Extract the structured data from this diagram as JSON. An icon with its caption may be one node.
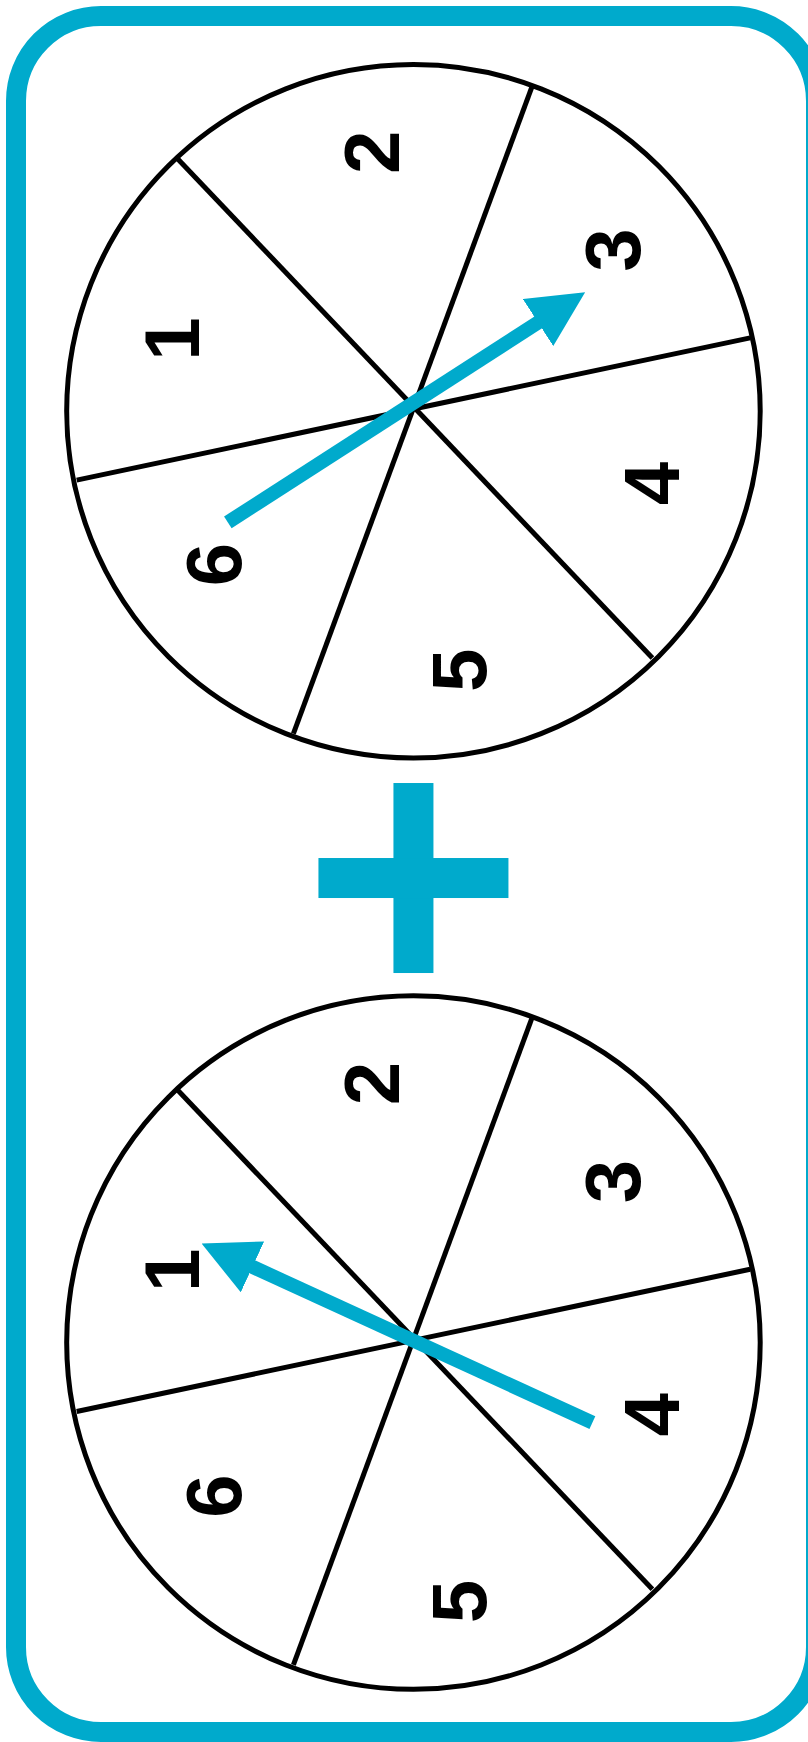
{
  "diagram": {
    "labels": [
      "2",
      "3",
      "1",
      "4",
      "6",
      "5",
      "2",
      "3",
      "1",
      "4",
      "6",
      "5"
    ]
  }
}
